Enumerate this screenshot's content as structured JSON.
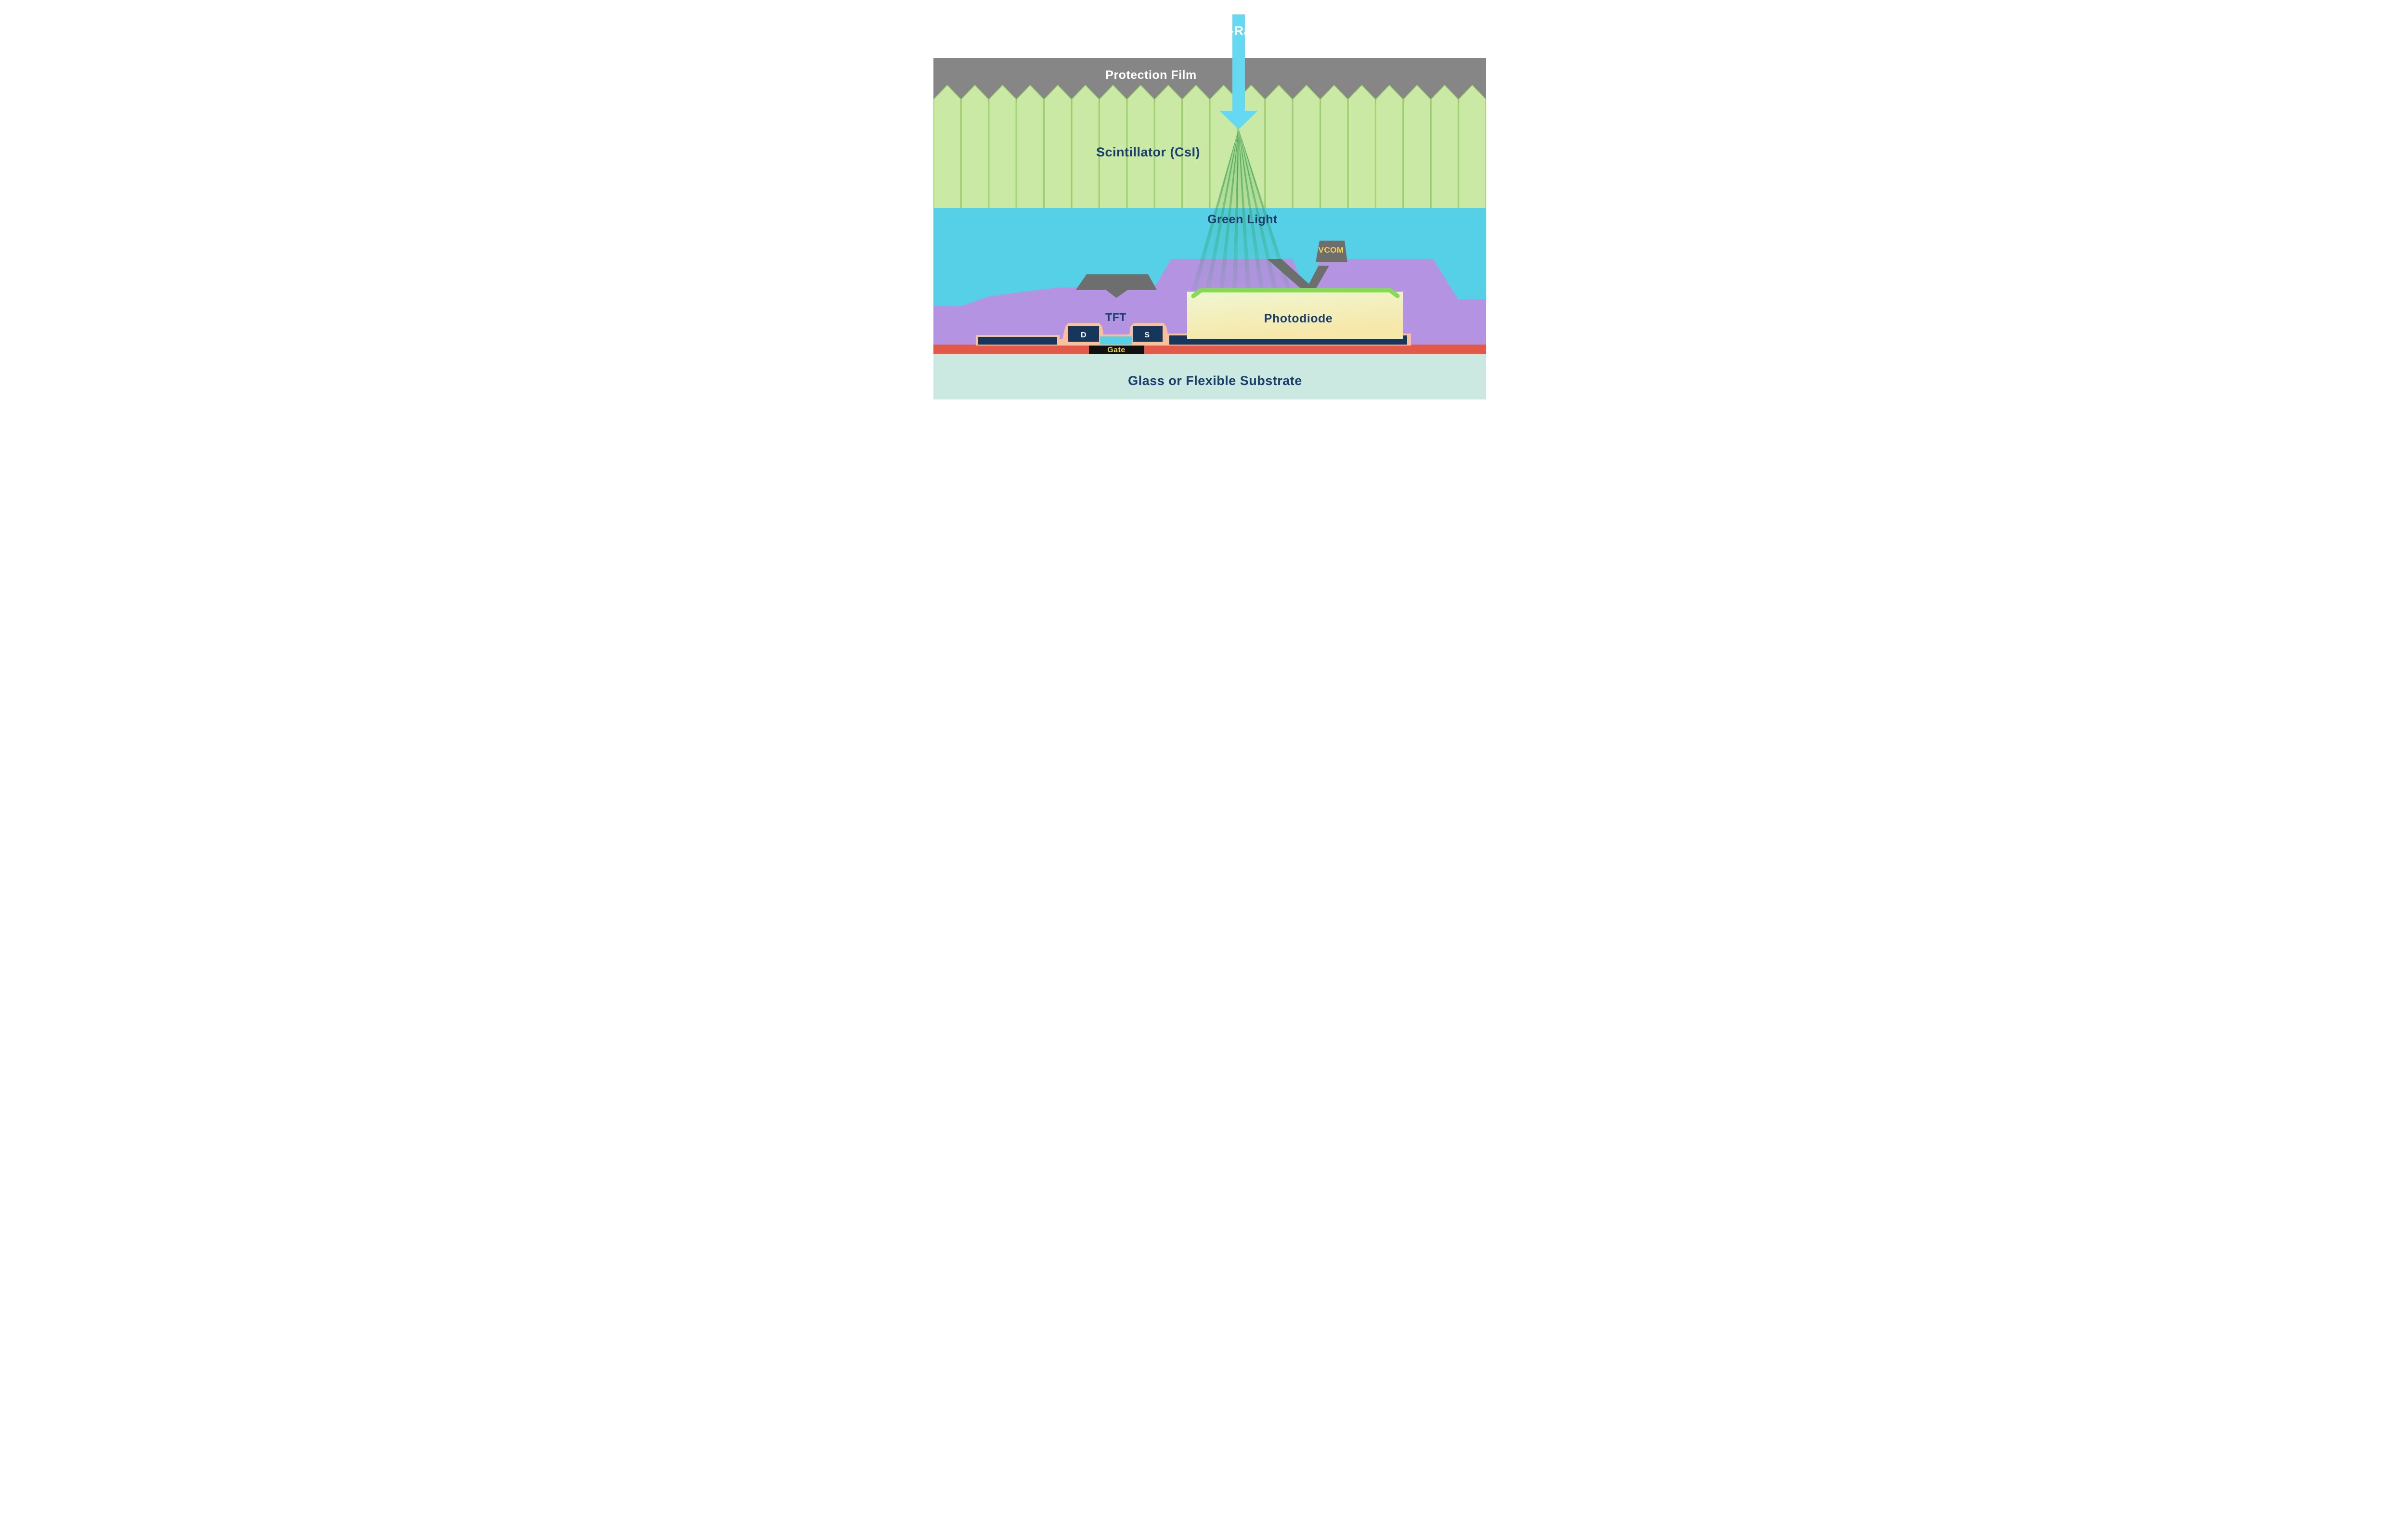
{
  "diagram": {
    "xray_label": "X-Ray",
    "layers": {
      "protection_film": {
        "label": "Protection Film"
      },
      "scintillator": {
        "label": "Scintillator (CsI)"
      },
      "green_light": {
        "label": "Green Light"
      },
      "substrate": {
        "label": "Glass or Flexible Substrate"
      }
    },
    "components": {
      "vcom": {
        "label": "VCOM"
      },
      "photodiode": {
        "label": "Photodiode"
      },
      "tft": {
        "label": "TFT",
        "drain": "D",
        "source": "S",
        "gate": "Gate"
      }
    }
  },
  "colors": {
    "protection_film": "#868686",
    "scintillator_fill": "#c9e9a4",
    "scintillator_stroke": "#9bcf6d",
    "light_region": "#56d0e6",
    "planarization_purple": "#b494e2",
    "metal_gray": "#6e6e6e",
    "photodiode_top": "#eff7d2",
    "photodiode_bottom": "#f7e7a8",
    "photodiode_strip": "#84dc52",
    "electrode_navy": "#17365c",
    "insulator_peach": "#f8c19e",
    "gate_line_red": "#e25849",
    "gate_black": "#101010",
    "substrate": "#cbe8e1",
    "xray_arrow": "#66d9f2",
    "green_ray": "#1f8f46",
    "label_navy": "#1a3e6d",
    "label_yellow": "#f2d44c",
    "label_white": "#ffffff"
  }
}
